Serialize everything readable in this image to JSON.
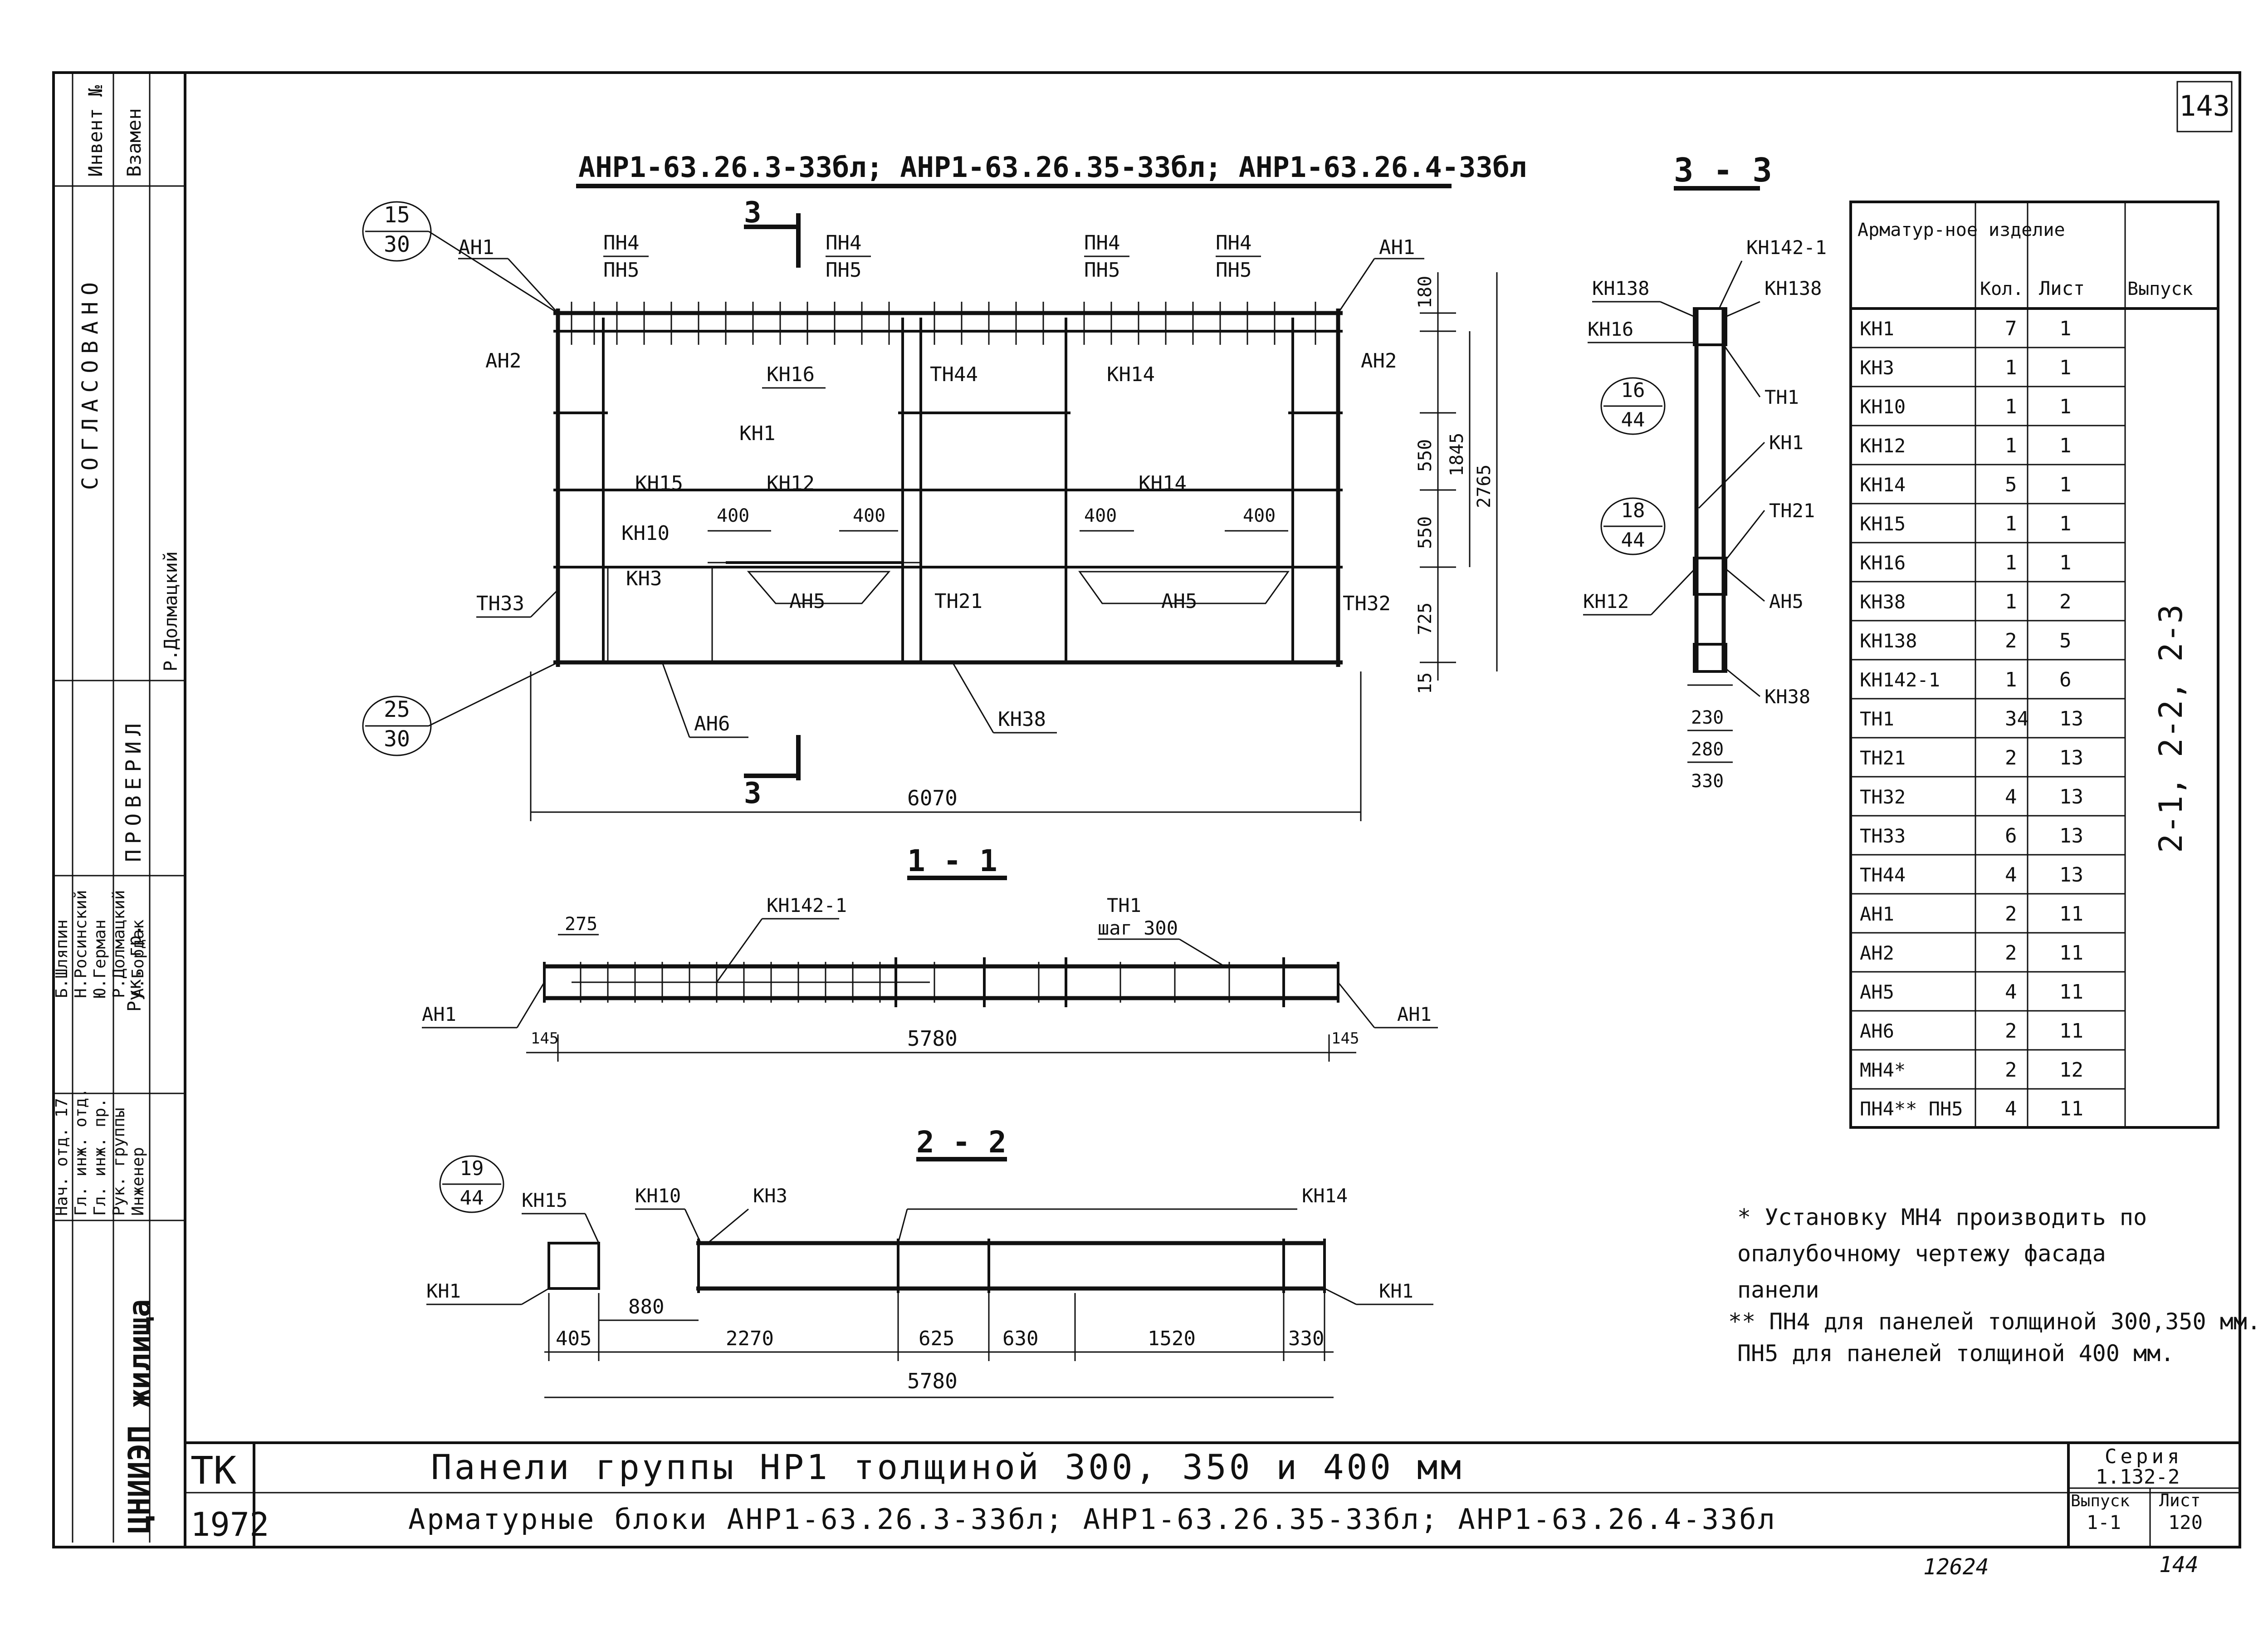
{
  "sheet": {
    "page_number": "143",
    "bottom_stamp": "12624",
    "bottom_stamp_2": "144"
  },
  "left_strip": {
    "top_labels": [
      "Инвент №",
      "Взамен"
    ],
    "agreed": "СОГЛАСОВАНО",
    "checked": "ПРОВЕРИЛ",
    "checker_role": "Рук. гр.",
    "checker_name": "Р.Долмацкий",
    "roles": [
      "Нач. отд. 17",
      "Гл. инж. отд.",
      "Гл. инж. пр.",
      "Рук. группы",
      "Инженер"
    ],
    "names": [
      "Б.Шляпин",
      "Н.Росинский",
      "Ю.Герман",
      "Р.Долмацкий",
      "А.Бордак"
    ],
    "org": "ЦНИИЭП жилища"
  },
  "elevation": {
    "title": "АНР1-63.26.3-33бл;  АНР1-63.26.35-33бл;  АНР1-63.26.4-33бл",
    "section_mark": "3",
    "callout_top": {
      "num": "15",
      "den": "30"
    },
    "callout_bottom": {
      "num": "25",
      "den": "30"
    },
    "labels": {
      "an1_left": "АН1",
      "an1_right": "АН1",
      "pn4_1": "ПН4",
      "pn5_1": "ПН5",
      "pn4_2": "ПН4",
      "pn5_2": "ПН5",
      "pn4_3": "ПН4",
      "pn5_3": "ПН5",
      "pn4_4": "ПН4",
      "pn5_4": "ПН5",
      "an2_left": "АН2",
      "an2_right": "АН2",
      "kn16": "КН16",
      "tn44": "ТН44",
      "kn14_a": "КН14",
      "kn1": "КН1",
      "kn15": "КН15",
      "kn12": "КН12",
      "kn14_b": "КН14",
      "kn10": "КН10",
      "kn3": "КН3",
      "an5_a": "АН5",
      "an5_b": "АН5",
      "tn21": "ТН21",
      "tn33": "ТН33",
      "tn32": "ТН32",
      "an6": "АН6",
      "kn38": "КН38"
    },
    "dims": {
      "d400_1": "400",
      "d400_2": "400",
      "d400_3": "400",
      "d400_4": "400",
      "d180": "180",
      "d550_1": "550",
      "d550_2": "550",
      "d725": "725",
      "d15": "15",
      "d1845": "1845",
      "d2765": "2765",
      "d6070": "6070"
    }
  },
  "section_33": {
    "title": "3 - 3",
    "labels": {
      "kn142": "КН142-1",
      "kn138_l": "КН138",
      "kn138_r": "КН138",
      "kn16": "КН16",
      "tn1": "ТН1",
      "kn1": "КН1",
      "tn21": "ТН21",
      "an5": "АН5",
      "kn12": "КН12",
      "kn38": "КН38"
    },
    "callout_1": {
      "num": "16",
      "den": "44"
    },
    "callout_2": {
      "num": "18",
      "den": "44"
    },
    "dims": {
      "d230": "230",
      "d280": "280",
      "d330": "330"
    }
  },
  "section_11": {
    "title": "1 - 1",
    "labels": {
      "kn142": "КН142-1",
      "tn1": "ТН1",
      "step": "шаг 300",
      "an1_l": "АН1",
      "an1_r": "АН1"
    },
    "dims": {
      "d275": "275",
      "d145_l": "145",
      "d5780": "5780",
      "d145_r": "145"
    }
  },
  "section_22": {
    "title": "2 - 2",
    "callout": {
      "num": "19",
      "den": "44"
    },
    "labels": {
      "kn15": "КН15",
      "kn10": "КН10",
      "kn3": "КН3",
      "kn14": "КН14",
      "kn1_l": "КН1",
      "kn1_r": "КН1"
    },
    "dims": {
      "d880": "880",
      "d405": "405",
      "d2270": "2270",
      "d625": "625",
      "d630": "630",
      "d1520": "1520",
      "d330": "330",
      "d5780": "5780"
    }
  },
  "spec_table": {
    "headers": [
      "Арматур-ное изделие",
      "Кол.",
      "Лист",
      "Выпуск"
    ],
    "rows": [
      [
        "КН1",
        "7",
        "1"
      ],
      [
        "КН3",
        "1",
        "1"
      ],
      [
        "КН10",
        "1",
        "1"
      ],
      [
        "КН12",
        "1",
        "1"
      ],
      [
        "КН14",
        "5",
        "1"
      ],
      [
        "КН15",
        "1",
        "1"
      ],
      [
        "КН16",
        "1",
        "1"
      ],
      [
        "КН38",
        "1",
        "2"
      ],
      [
        "КН138",
        "2",
        "5"
      ],
      [
        "КН142-1",
        "1",
        "6"
      ],
      [
        "ТН1",
        "34",
        "13"
      ],
      [
        "ТН21",
        "2",
        "13"
      ],
      [
        "ТН32",
        "4",
        "13"
      ],
      [
        "ТН33",
        "6",
        "13"
      ],
      [
        "ТН44",
        "4",
        "13"
      ],
      [
        "АН1",
        "2",
        "11"
      ],
      [
        "АН2",
        "2",
        "11"
      ],
      [
        "АН5",
        "4",
        "11"
      ],
      [
        "АН6",
        "2",
        "11"
      ],
      [
        "МН4*",
        "2",
        "12"
      ],
      [
        "ПН4** ПН5",
        "4",
        "11"
      ]
    ],
    "release": "2-1,  2-2,  2-3"
  },
  "notes": {
    "n1_a": "* Установку МН4 производить по",
    "n1_b": "опалубочному чертежу фасада",
    "n1_c": "панели",
    "n2_a": "** ПН4 для панелей толщиной 300,350 мм.",
    "n2_b": "ПН5 для панелей толщиной 400 мм."
  },
  "title_block": {
    "code": "ТК",
    "year": "1972",
    "line1": "Панели   группы   НР1   толщиной  300, 350  и  400  мм",
    "line2": "Арматурные   блоки   АНР1-63.26.3-33бл;   АНР1-63.26.35-33бл;   АНР1-63.26.4-33бл",
    "series_label": "Серия",
    "series_value": "1.132-2",
    "release_label": "Выпуск",
    "release_value": "1-1",
    "sheet_label": "Лист",
    "sheet_value": "120"
  }
}
